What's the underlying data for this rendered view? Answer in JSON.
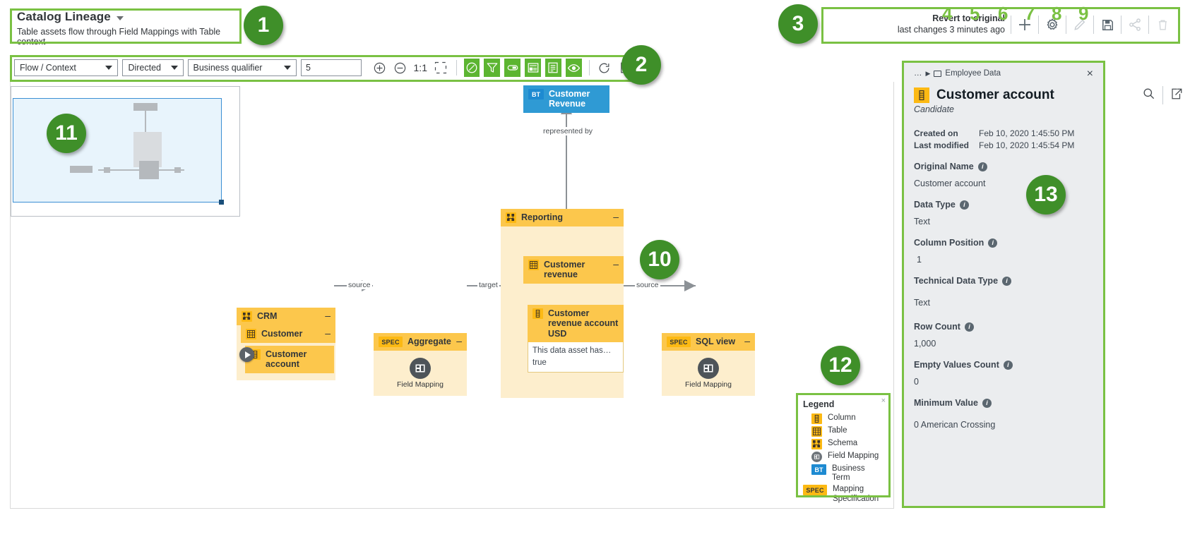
{
  "header": {
    "title": "Catalog Lineage",
    "subtitle": "Table assets flow through Field Mappings with Table context"
  },
  "actionbar": {
    "revert_title": "Revert to original",
    "revert_sub": "last changes 3 minutes ago",
    "buttons": [
      {
        "name": "add-icon",
        "num": "4"
      },
      {
        "name": "settings-gear-icon",
        "num": "5"
      },
      {
        "name": "edit-pencil-icon",
        "num": "6"
      },
      {
        "name": "save-floppy-icon",
        "num": "7"
      },
      {
        "name": "share-icon",
        "num": "8"
      },
      {
        "name": "delete-trash-icon",
        "num": "9"
      }
    ]
  },
  "toolbar": {
    "mode_select": "Flow / Context",
    "direction_select": "Directed",
    "qualifier_select": "Business qualifier",
    "depth_value": "5",
    "zoom_ratio": "1:1",
    "icons": [
      "zoom-in-icon",
      "zoom-out-icon",
      "fit-ratio-label",
      "fullscreen-icon",
      "no-filter-icon",
      "filter-funnel-icon",
      "label-tag-icon",
      "details-card-icon",
      "list-view-icon",
      "visibility-eye-icon",
      "refresh-icon",
      "export-icon"
    ],
    "search_icon": "search-icon",
    "popout_icon": "open-in-new-icon"
  },
  "graph": {
    "nodes": [
      {
        "id": "business-term",
        "type": "BT",
        "title": "Customer Revenue"
      },
      {
        "id": "crm-schema",
        "type": "Schema",
        "title": "CRM"
      },
      {
        "id": "customer-table",
        "type": "Table",
        "title": "Customer"
      },
      {
        "id": "customer-account-column",
        "type": "Column",
        "title": "Customer account"
      },
      {
        "id": "aggregate-spec",
        "type": "SPEC",
        "title": "Aggregate"
      },
      {
        "id": "reporting-schema",
        "type": "Schema",
        "title": "Reporting"
      },
      {
        "id": "customer-revenue-table",
        "type": "Table",
        "title": "Customer revenue"
      },
      {
        "id": "customer-revenue-account-usd-column",
        "type": "Column",
        "title": "Customer revenue account USD"
      },
      {
        "id": "sql-view-spec",
        "type": "SPEC",
        "title": "SQL view"
      }
    ],
    "field_mapping_label": "Field Mapping",
    "spec_badge": "SPEC",
    "bt_badge": "BT",
    "edge_labels": {
      "represented_by": "represented by",
      "source_1": "source",
      "target_1": "target",
      "source_2": "source"
    },
    "column_note": {
      "description": "This data asset has…",
      "value": "true"
    },
    "collapse_glyph": "–"
  },
  "legend": {
    "title": "Legend",
    "close": "×",
    "items": [
      {
        "icon": "column-icon",
        "label": "Column"
      },
      {
        "icon": "table-icon",
        "label": "Table"
      },
      {
        "icon": "schema-icon",
        "label": "Schema"
      },
      {
        "icon": "field-mapping-icon",
        "label": "Field Mapping"
      },
      {
        "icon": "business-term-icon",
        "label": "Business Term"
      },
      {
        "icon": "mapping-specification-icon",
        "label": "Mapping Specification"
      }
    ]
  },
  "panel": {
    "breadcrumb_ellipsis": "…",
    "breadcrumb_item": "Employee Data",
    "close": "×",
    "title": "Customer account",
    "subtitle": "Candidate",
    "meta": [
      {
        "key": "Created on",
        "value": "Feb 10, 2020 1:45:50 PM"
      },
      {
        "key": "Last modified",
        "value": "Feb 10, 2020 1:45:54 PM"
      }
    ],
    "fields": [
      {
        "key": "Original Name",
        "value": "Customer account"
      },
      {
        "key": "Data Type",
        "value": "Text"
      },
      {
        "key": "Column Position",
        "value": "1"
      },
      {
        "key": "Technical Data Type",
        "value": "Text"
      },
      {
        "key": "Row Count",
        "value": "1,000"
      },
      {
        "key": "Empty Values Count",
        "value": "0"
      },
      {
        "key": "Minimum Value",
        "value": "0 American Crossing"
      }
    ]
  },
  "callouts": [
    {
      "num": "1"
    },
    {
      "num": "2"
    },
    {
      "num": "3"
    },
    {
      "num": "10"
    },
    {
      "num": "11"
    },
    {
      "num": "12"
    },
    {
      "num": "13"
    }
  ],
  "colors": {
    "accent_green": "#7ac143",
    "badge_green": "#3f8f29",
    "node_header": "#fcc74c",
    "node_body": "#fdeecd",
    "business_term_blue": "#1d8ad1",
    "panel_bg": "#ebedef"
  }
}
